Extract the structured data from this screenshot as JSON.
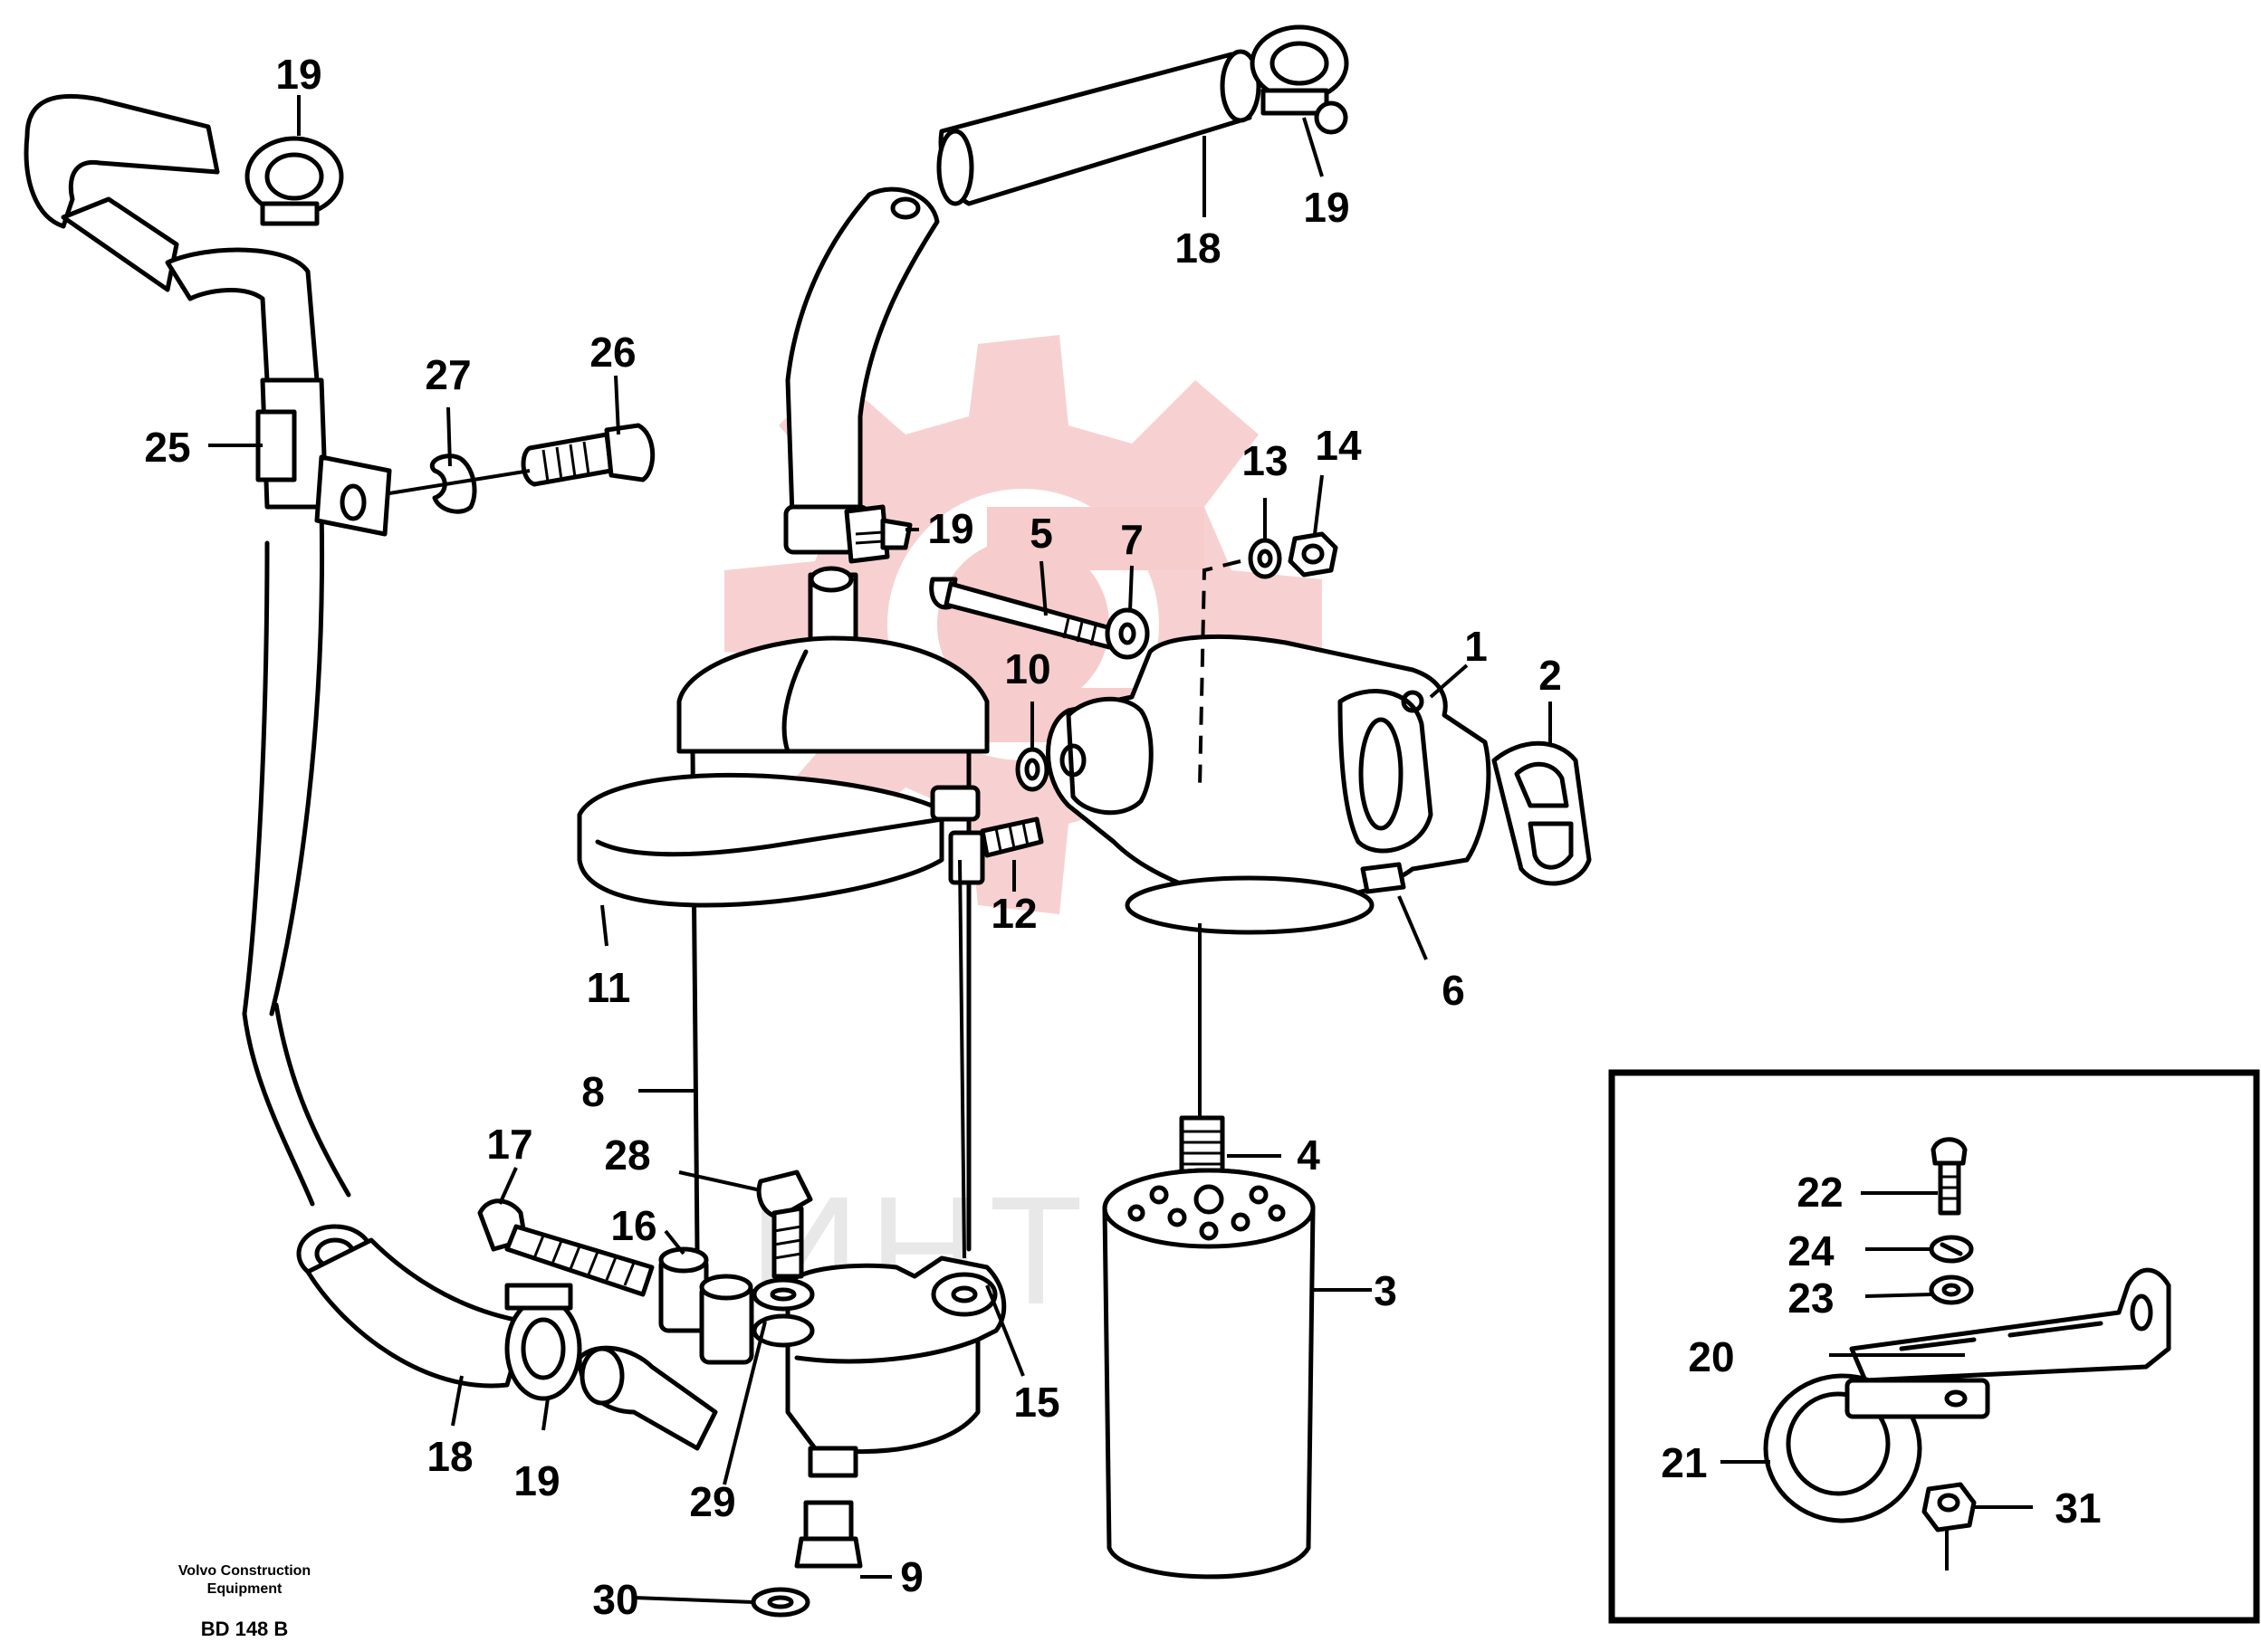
{
  "watermark": {
    "text": "ИНТЕХ",
    "color": "#e8e8e8",
    "logo_color": "#f6cccc",
    "logo_icon": "gear-icon"
  },
  "footer": {
    "brand_line1": "Volvo Construction",
    "brand_line2": "Equipment",
    "code": "BD 148 B"
  },
  "callouts": {
    "c19a": "19",
    "c19b": "19",
    "c19c": "19",
    "c19d": "19",
    "c18a": "18",
    "c18b": "18",
    "c25": "25",
    "c27": "27",
    "c26": "26",
    "c5": "5",
    "c7": "7",
    "c13": "13",
    "c14": "14",
    "c1": "1",
    "c2": "2",
    "c10": "10",
    "c12": "12",
    "c6": "6",
    "c11": "11",
    "c8": "8",
    "c17": "17",
    "c28": "28",
    "c16": "16",
    "c4": "4",
    "c3": "3",
    "c15": "15",
    "c29": "29",
    "c30": "30",
    "c9": "9",
    "c22": "22",
    "c24": "24",
    "c23": "23",
    "c20": "20",
    "c21": "21",
    "c31": "31"
  }
}
